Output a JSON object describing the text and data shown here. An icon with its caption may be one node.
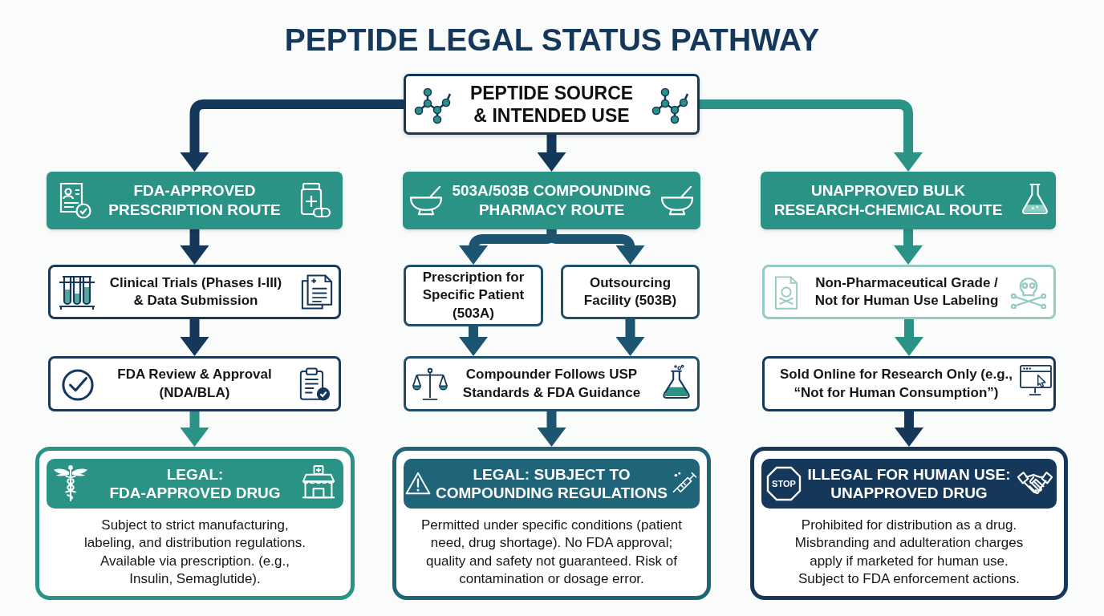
{
  "diagram": {
    "title": "PEPTIDE LEGAL STATUS PATHWAY",
    "nodes": [
      {
        "text": [
          "PEPTIDE SOURCE & INTENDED USE"
        ]
      },
      {
        "text": [
          "FDA-APPROVED PRESCRIPTION ROUTE"
        ]
      },
      {
        "text": [
          "503A/503B COMPOUNDING PHARMACY ROUTE"
        ]
      },
      {
        "text": [
          "UNAPPROVED BULK RESEARCH-CHEMICAL ROUTE"
        ]
      },
      {
        "text": [
          "Clinical Trials (Phases I-III) & Data Submission"
        ]
      },
      {
        "text": [
          "Prescription for Specific Patient (503A)"
        ]
      },
      {
        "text": [
          "Outsourcing Facility (503B)"
        ]
      },
      {
        "text": [
          "Non-Pharmaceutical Grade / Not for Human Use Labeling"
        ]
      },
      {
        "text": [
          "FDA Review & Approval (NDA/BLA)"
        ]
      },
      {
        "text": [
          "Compounder Follows USP Standards & FDA Guidance"
        ]
      },
      {
        "text": [
          "Sold Online for Research Only (e.g., “Not for Human Consumption”)"
        ]
      },
      {
        "text": [
          "LEGAL: FDA-APPROVED DRUG",
          "Subject to strict manufacturing, labeling, and distribution regulations. Available via prescription. (e.g., Insulin, Semaglutide)."
        ]
      },
      {
        "text": [
          "LEGAL: SUBJECT TO COMPOUNDING REGULATIONS",
          "Permitted under specific conditions (patient need, drug shortage). No FDA approval; quality and safety not guaranteed. Risk of contamination or dosage error."
        ]
      },
      {
        "text": [
          "ILLEGAL FOR HUMAN USE: UNAPPROVED DRUG",
          "Prohibited for distribution as a drug. Misbranding and adulteration charges apply if marketed for human use. Subject to FDA enforcement actions."
        ]
      }
    ],
    "edges": [
      {
        "from": 0,
        "to": 1,
        "arrow": "to"
      },
      {
        "from": 0,
        "to": 2,
        "arrow": "to"
      },
      {
        "from": 0,
        "to": 3,
        "arrow": "to",
        "color": "#2a9386"
      },
      {
        "from": 1,
        "to": 4,
        "arrow": "to"
      },
      {
        "from": 2,
        "to": 5,
        "arrow": "to",
        "color": "#1d5571"
      },
      {
        "from": 2,
        "to": 6,
        "arrow": "to",
        "color": "#1d5571"
      },
      {
        "from": 3,
        "to": 7,
        "arrow": "to",
        "color": "#2a9386"
      },
      {
        "from": 4,
        "to": 8,
        "arrow": "to"
      },
      {
        "from": 5,
        "to": 9,
        "arrow": "to",
        "color": "#1d5571"
      },
      {
        "from": 6,
        "to": 9,
        "arrow": "to",
        "color": "#1d5571"
      },
      {
        "from": 7,
        "to": 10,
        "arrow": "to",
        "color": "#2a9386"
      },
      {
        "from": 8,
        "to": 11,
        "arrow": "to",
        "color": "#2a9386"
      },
      {
        "from": 9,
        "to": 12,
        "arrow": "to",
        "color": "#1d5571"
      },
      {
        "from": 10,
        "to": 13,
        "arrow": "to"
      }
    ],
    "labels": [
      "STOP"
    ]
  }
}
